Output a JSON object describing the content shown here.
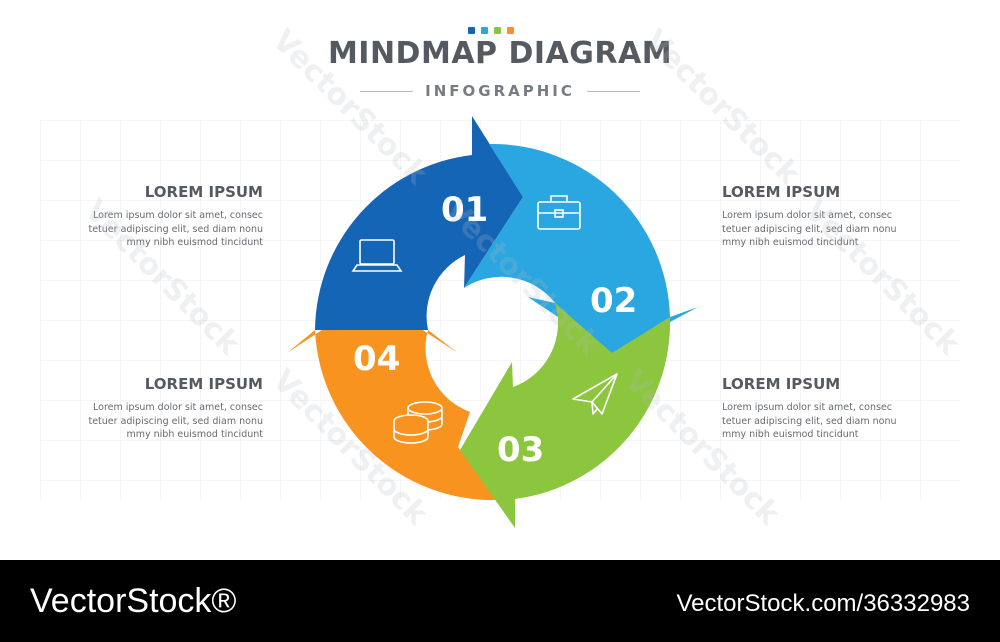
{
  "header": {
    "title": "MINDMAP DIAGRAM",
    "subtitle": "INFOGRAPHIC",
    "accent_colors": [
      "#1565b6",
      "#2aa6e0",
      "#8cc63f",
      "#f7931e"
    ]
  },
  "blocks": [
    {
      "heading": "LOREM IPSUM",
      "lines": [
        "Lorem ipsum dolor sit amet, consec",
        "tetuer adipiscing elit, sed diam nonu",
        "mmy nibh euismod tincidunt"
      ]
    },
    {
      "heading": "LOREM IPSUM",
      "lines": [
        "Lorem ipsum dolor sit amet, consec",
        "tetuer adipiscing elit, sed diam nonu",
        "mmy nibh euismod tincidunt"
      ]
    },
    {
      "heading": "LOREM IPSUM",
      "lines": [
        "Lorem ipsum dolor sit amet, consec",
        "tetuer adipiscing elit, sed diam nonu",
        "mmy nibh euismod tincidunt"
      ]
    },
    {
      "heading": "LOREM IPSUM",
      "lines": [
        "Lorem ipsum dolor sit amet, consec",
        "tetuer adipiscing elit, sed diam nonu",
        "mmy nibh euismod tincidunt"
      ]
    }
  ],
  "segments": [
    {
      "number": "01",
      "color": "#1565b6",
      "icon": "laptop-icon"
    },
    {
      "number": "02",
      "color": "#2aa6e0",
      "icon": "briefcase-icon"
    },
    {
      "number": "03",
      "color": "#8cc63f",
      "icon": "paper-plane-icon"
    },
    {
      "number": "04",
      "color": "#f7931e",
      "icon": "coins-icon"
    }
  ],
  "watermark": "VectorStock",
  "footer": {
    "brand": "VectorStock®",
    "url": "VectorStock.com/36332983"
  }
}
